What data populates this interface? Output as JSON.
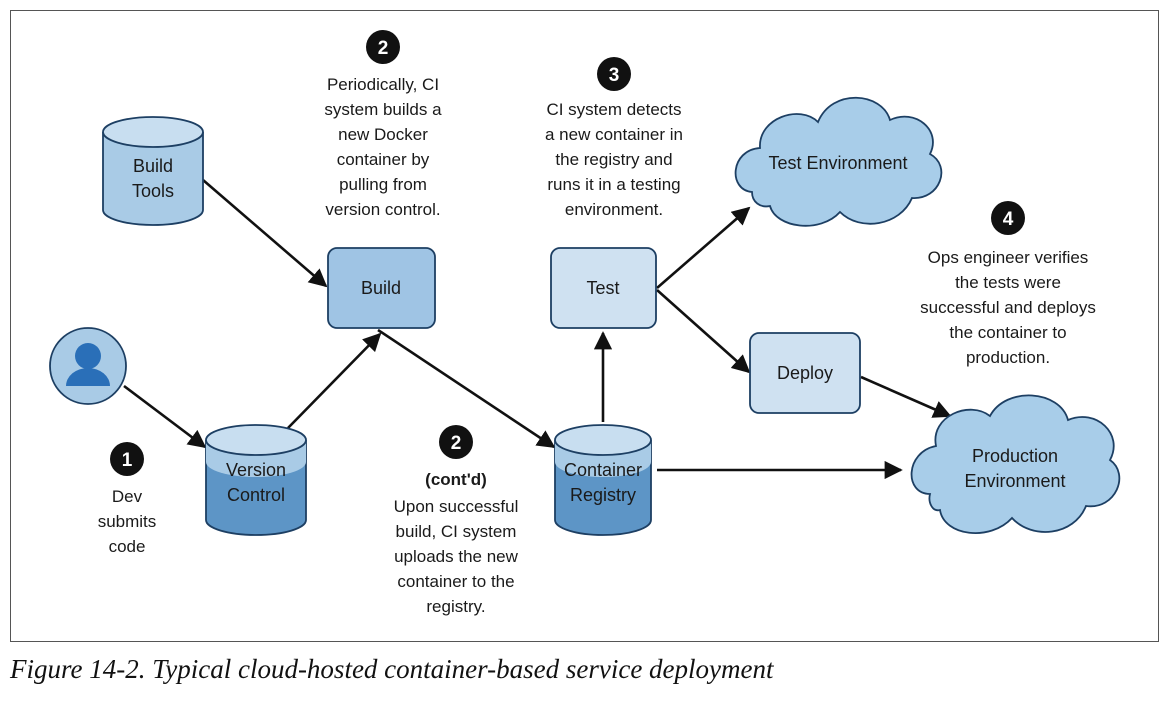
{
  "nodes": {
    "build_tools": [
      "Build",
      "Tools"
    ],
    "build": "Build",
    "version_control": [
      "Version",
      "Control"
    ],
    "test": "Test",
    "deploy": "Deploy",
    "container_registry": [
      "Container",
      "Registry"
    ],
    "test_environment": "Test Environment",
    "production_environment": [
      "Production",
      "Environment"
    ]
  },
  "steps": {
    "step1": {
      "number": "1",
      "lines": [
        "Dev",
        "submits",
        "code"
      ]
    },
    "step2": {
      "number": "2",
      "lines": [
        "Periodically, CI",
        "system builds a",
        "new Docker",
        "container by",
        "pulling from",
        "version control."
      ]
    },
    "step2b": {
      "number": "2",
      "heading": "(cont'd)",
      "lines": [
        "Upon successful",
        "build, CI system",
        "uploads the new",
        "container to the",
        "registry."
      ]
    },
    "step3": {
      "number": "3",
      "lines": [
        "CI system detects",
        "a new container in",
        "the registry and",
        "runs it in a testing",
        "environment."
      ]
    },
    "step4": {
      "number": "4",
      "lines": [
        "Ops engineer verifies",
        "the tests were",
        "successful and deploys",
        "the container to",
        "production."
      ]
    }
  },
  "caption": "Figure 14-2. Typical cloud-hosted container-based service deployment",
  "colors": {
    "cylinder_light": "#a9cbe6",
    "cylinder_top": "#c8def0",
    "cylinder_dark": "#5d95c6",
    "box_build": "#9fc4e4",
    "box_light": "#cfe1f1",
    "cloud": "#a8cde9",
    "outline": "#1d3f63",
    "badge": "#111111"
  }
}
